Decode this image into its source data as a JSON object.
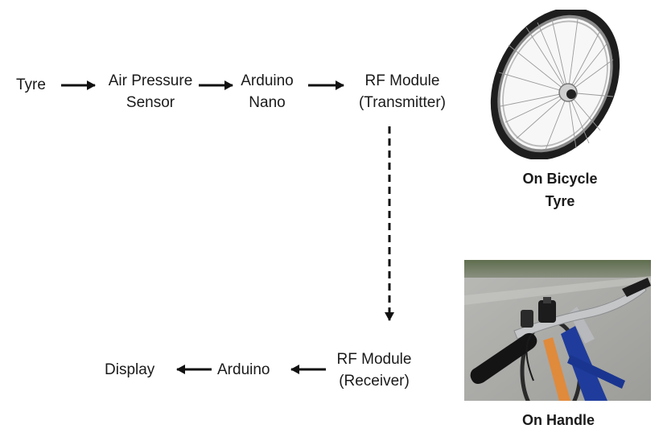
{
  "nodes": {
    "tyre": "Tyre",
    "sensor": [
      "Air Pressure",
      "Sensor"
    ],
    "arduino_nano": [
      "Arduino",
      "Nano"
    ],
    "rf_tx": [
      "RF Module",
      "(Transmitter)"
    ],
    "rf_rx": [
      "RF Module",
      "(Receiver)"
    ],
    "arduino": "Arduino",
    "display": "Display"
  },
  "captions": {
    "wheel": [
      "On Bicycle",
      "Tyre"
    ],
    "handle": [
      "On Handle"
    ]
  },
  "photos": {
    "wheel": "bicycle wheel photo",
    "handle": "bicycle handlebar photo"
  }
}
